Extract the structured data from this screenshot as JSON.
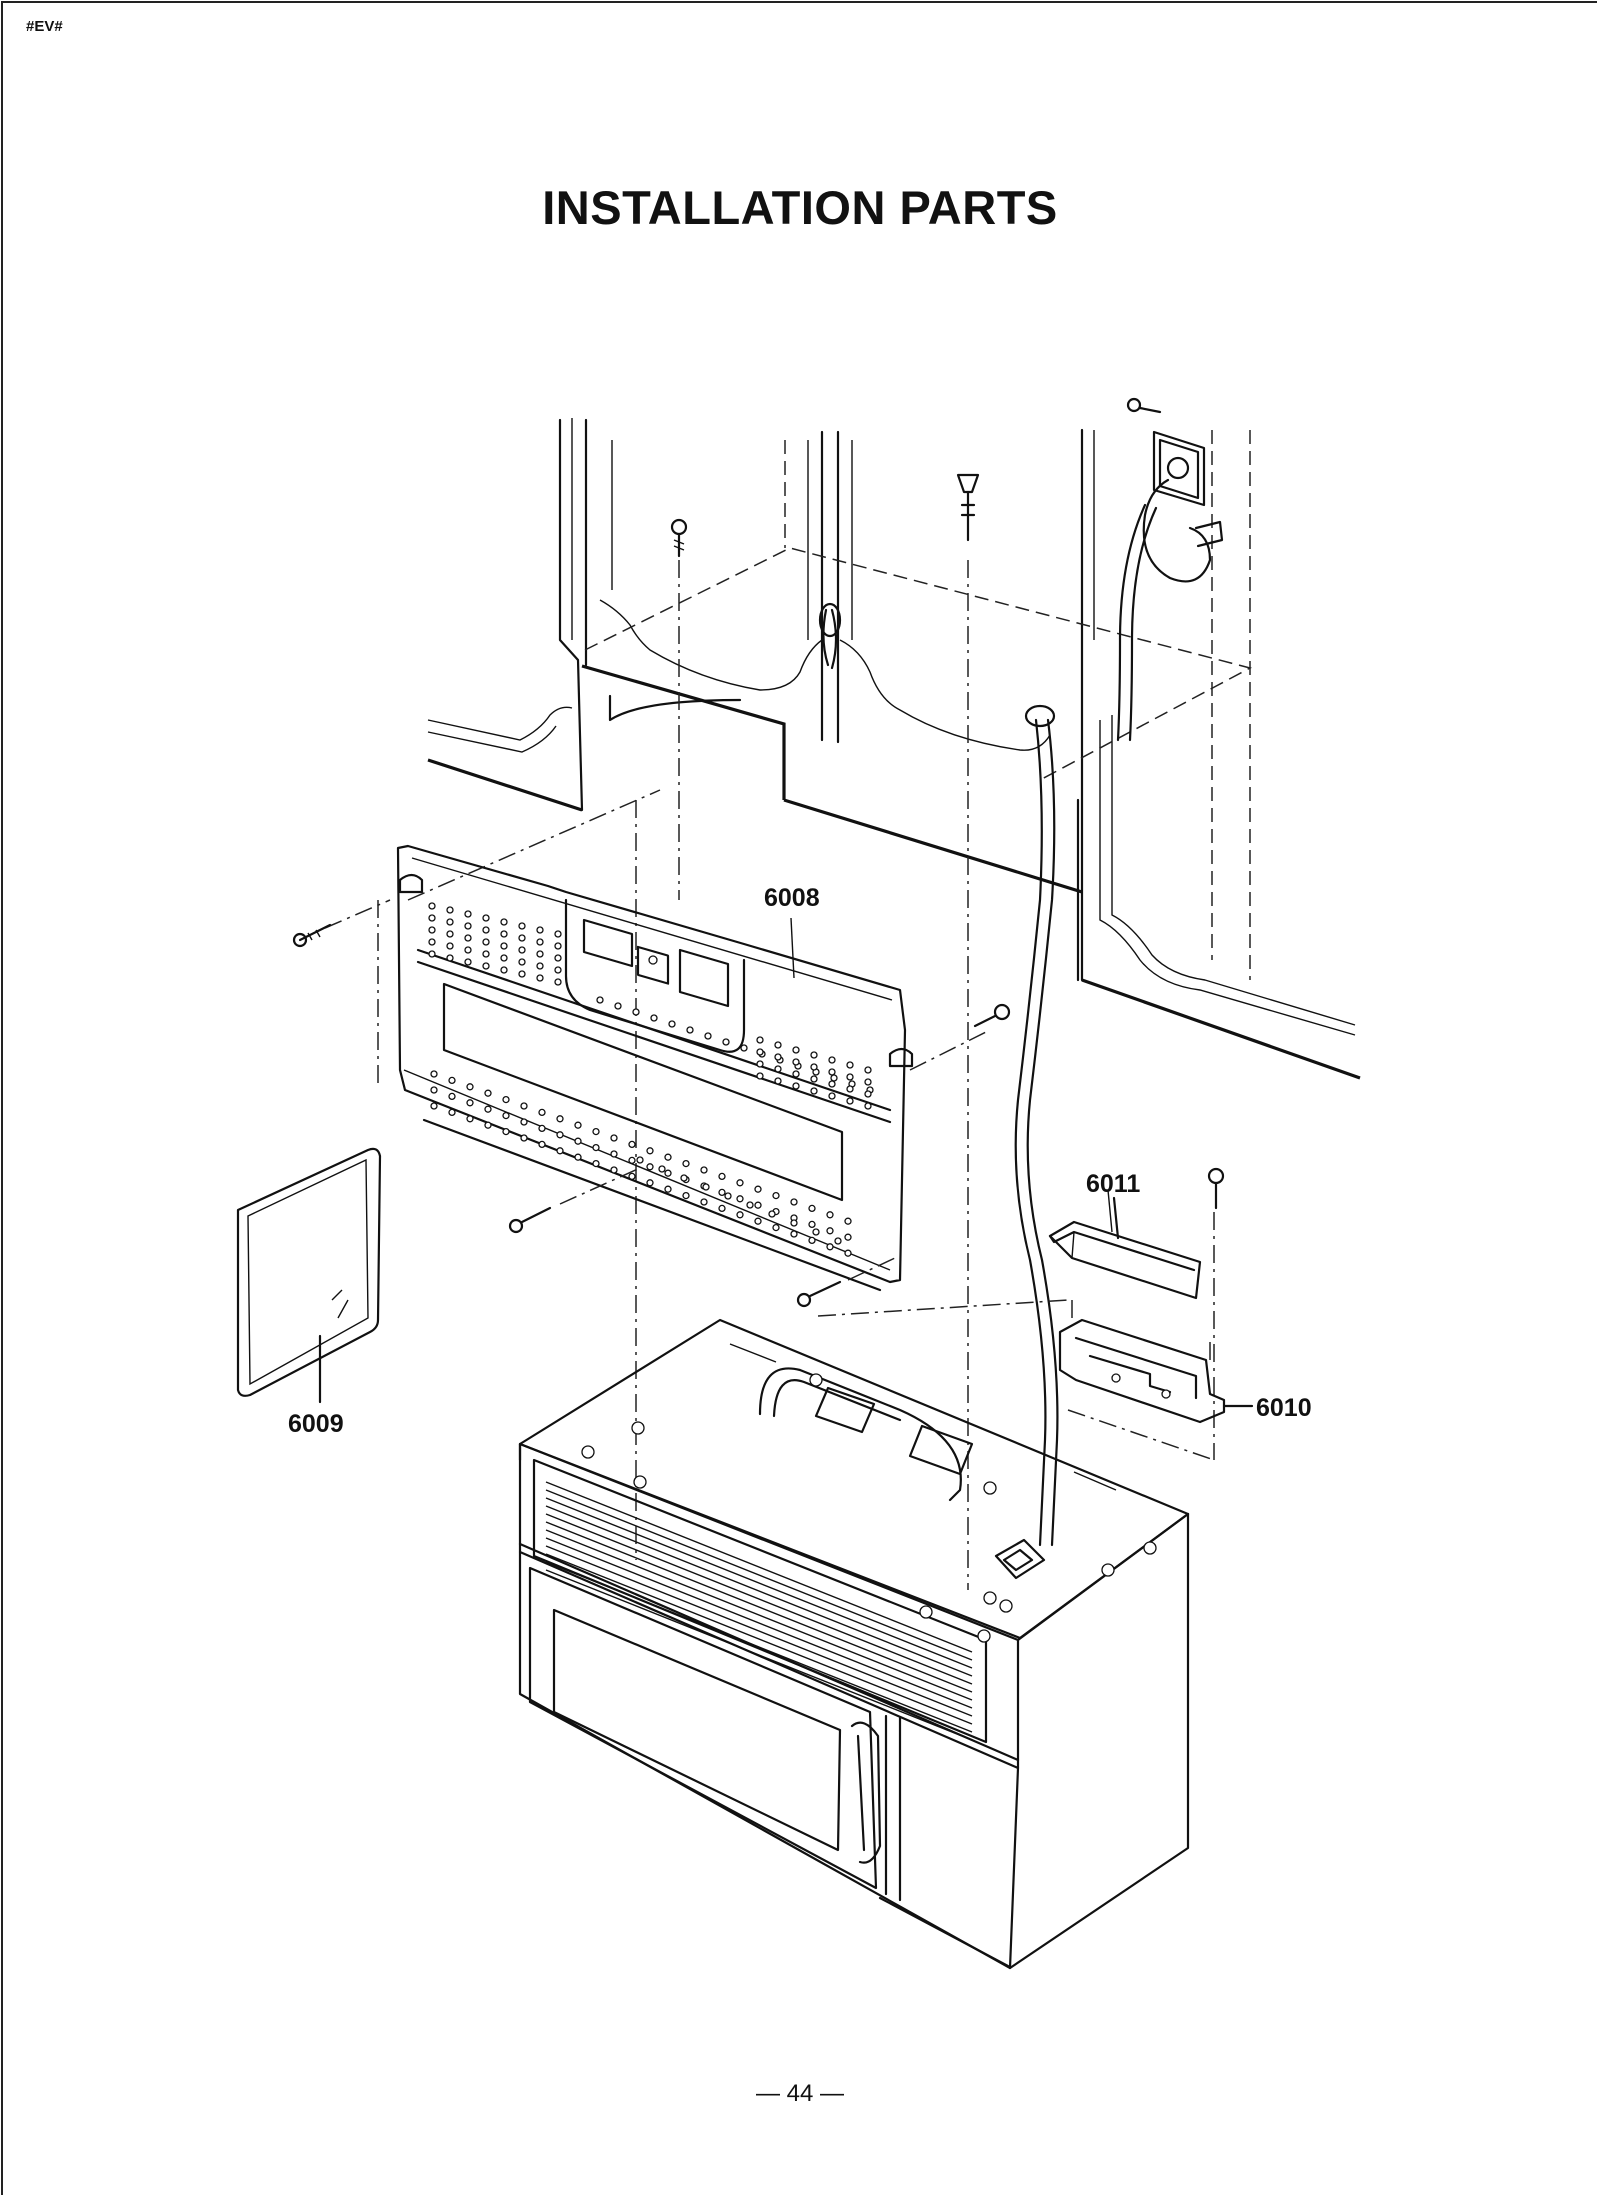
{
  "header": {
    "corner_tag": "#EV#",
    "title": "INSTALLATION PARTS"
  },
  "diagram": {
    "callouts": {
      "mounting_plate": "6008",
      "template_sheet": "6009",
      "damper_housing": "6010",
      "damper_cover": "6011"
    }
  },
  "footer": {
    "page_number": "— 44 —"
  }
}
